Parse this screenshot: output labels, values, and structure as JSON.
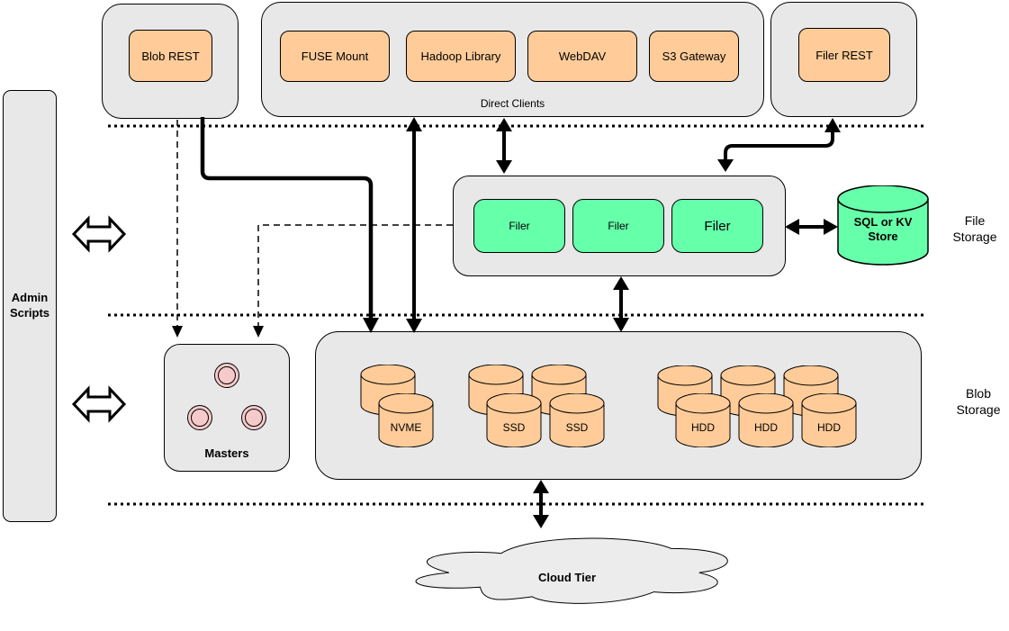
{
  "clients": {
    "blob_rest": "Blob REST",
    "direct_clients_label": "Direct Clients",
    "direct_clients": [
      "FUSE Mount",
      "Hadoop Library",
      "WebDAV",
      "S3 Gateway"
    ],
    "filer_rest": "Filer REST"
  },
  "admin": {
    "label": "Admin Scripts"
  },
  "file_storage": {
    "filers": [
      "Filer",
      "Filer",
      "Filer"
    ],
    "store": "SQL or KV Store",
    "tier_label": "File Storage"
  },
  "blob_storage": {
    "masters_label": "Masters",
    "disks": [
      "NVME",
      "SSD",
      "SSD",
      "HDD",
      "HDD",
      "HDD"
    ],
    "tier_label": "Blob Storage"
  },
  "cloud": {
    "label": "Cloud Tier"
  },
  "colors": {
    "container_gray": "#e8e8e8",
    "client_orange": "#ffcc99",
    "filer_green": "#66ffaa",
    "master_pink": "#f5caca",
    "line_black": "#000000",
    "cloud_gray": "#ececec"
  }
}
